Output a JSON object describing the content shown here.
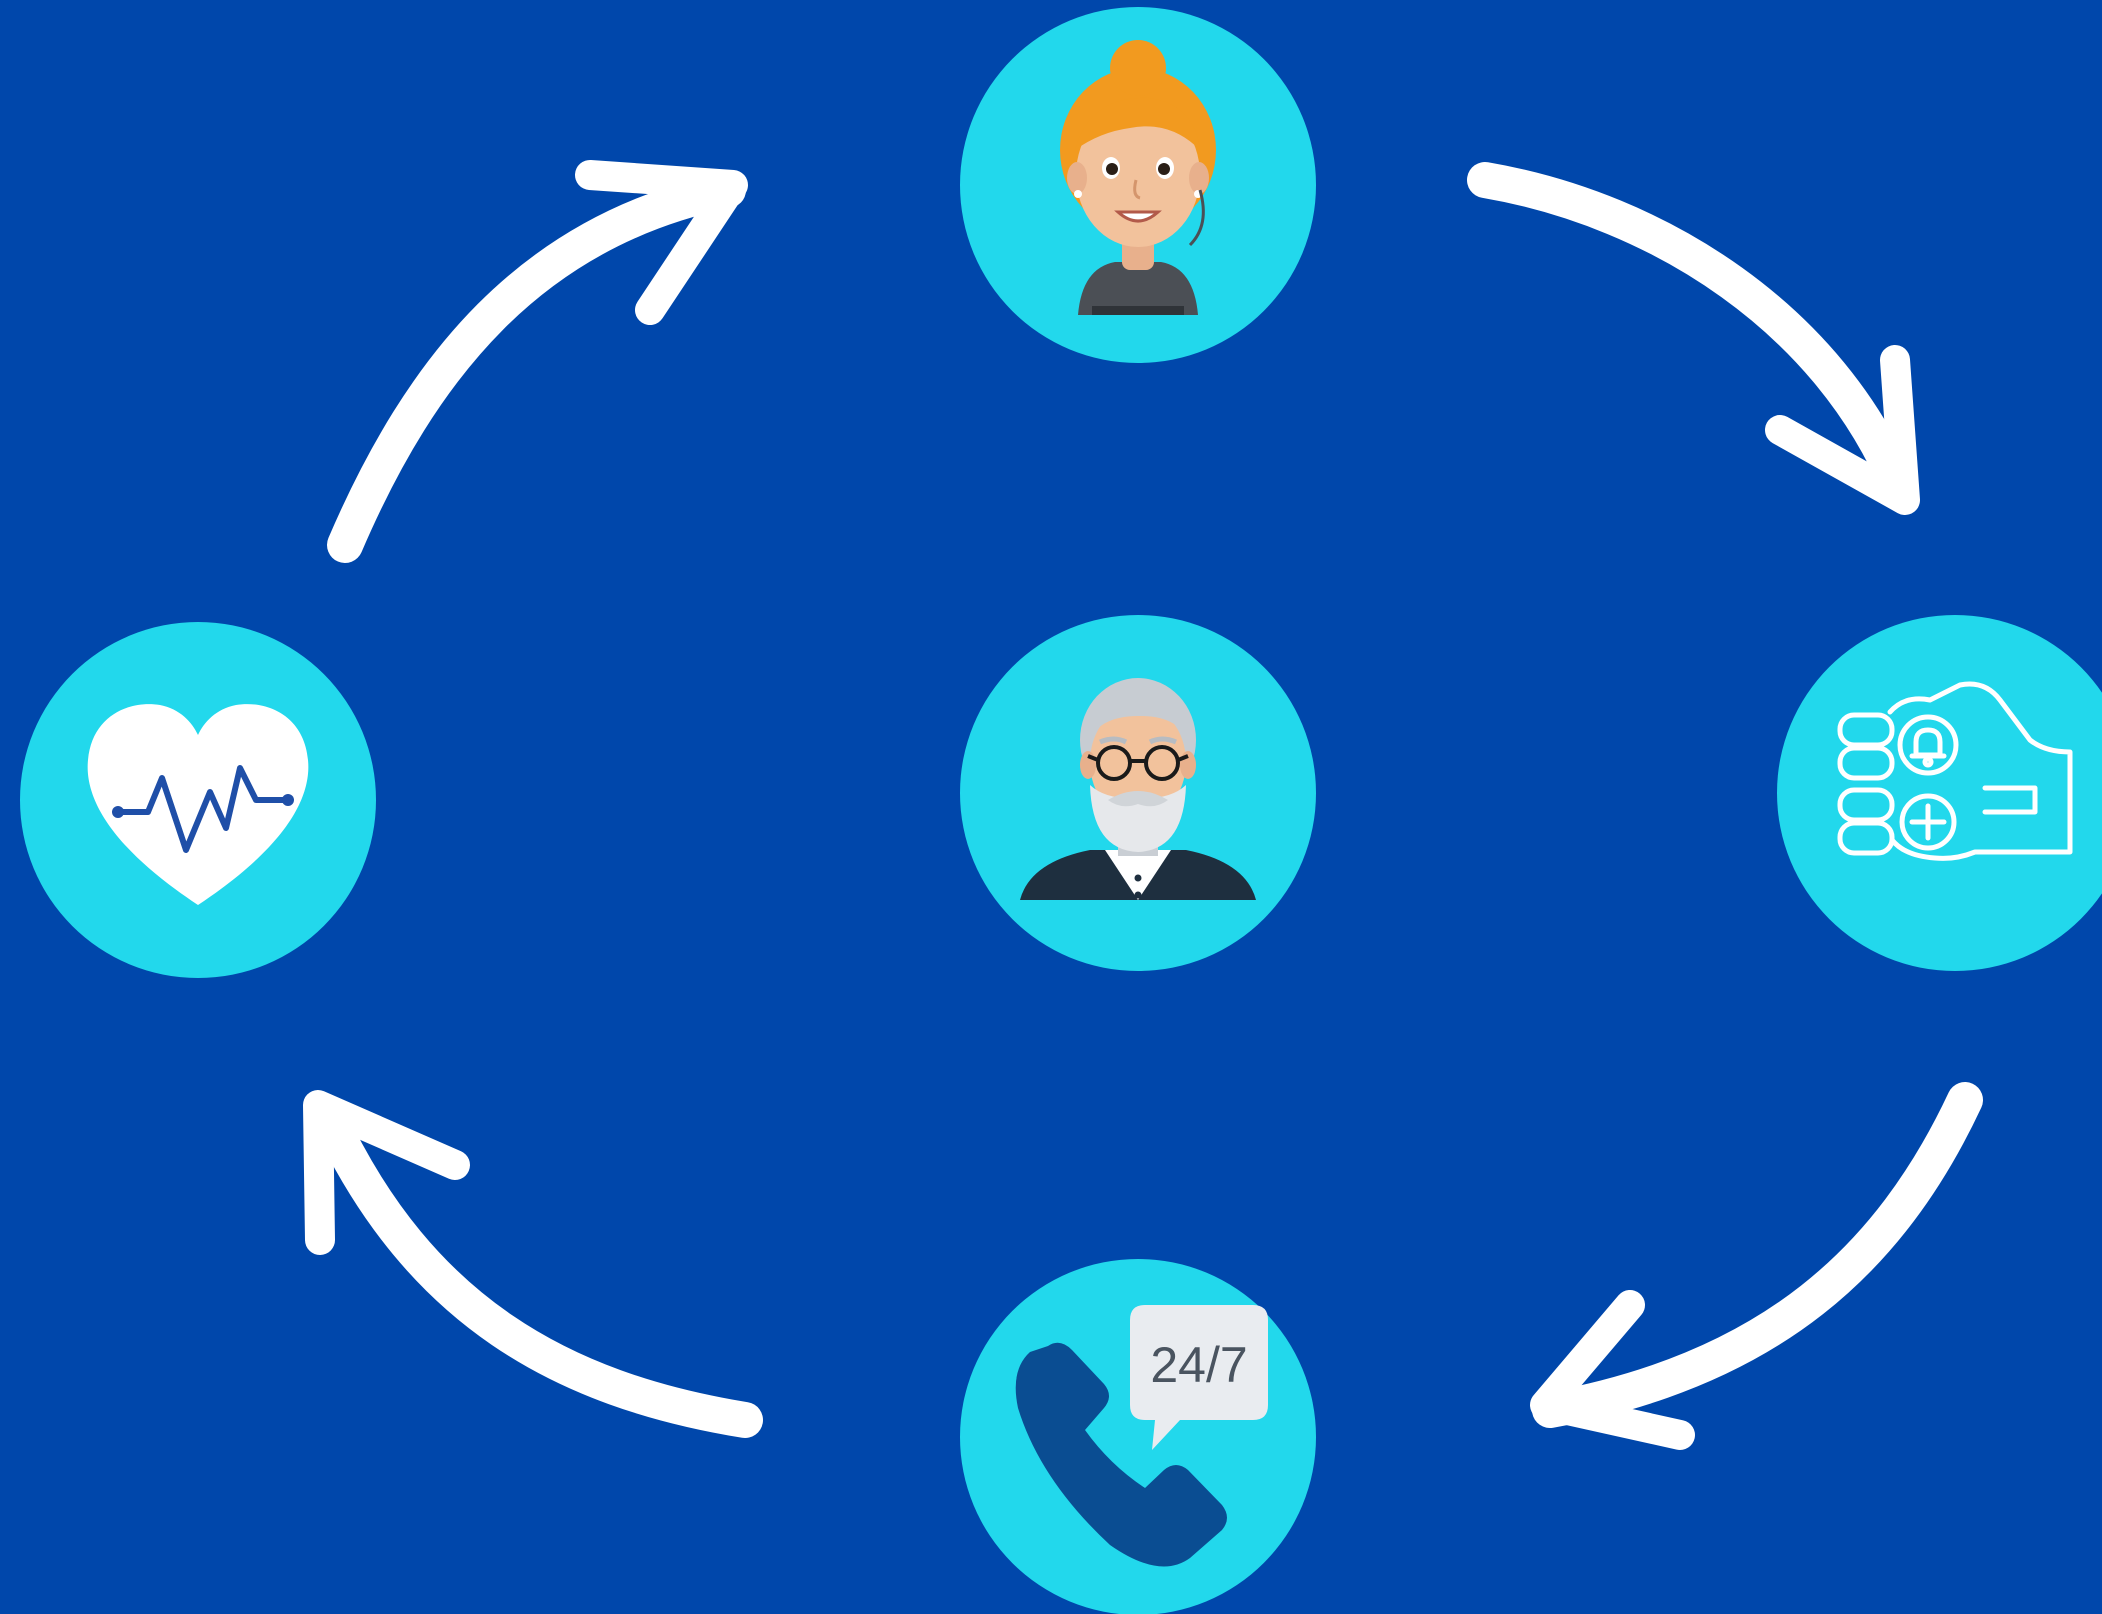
{
  "colors": {
    "background": "#0047AB",
    "node_fill": "#22D8EC",
    "arrow": "#FFFFFF",
    "heart_line": "#1F4FA8",
    "phone": "#0A4D92",
    "bubble": "#E9ECF0",
    "bubble_text": "#4A5460"
  },
  "nodes": [
    {
      "id": "caregiver",
      "icon": "caregiver-avatar-icon"
    },
    {
      "id": "alarm-device",
      "icon": "hand-alarm-device-icon"
    },
    {
      "id": "call-center",
      "icon": "phone-24-7-icon",
      "badge_text": "24/7"
    },
    {
      "id": "health-monitor",
      "icon": "heartbeat-icon"
    },
    {
      "id": "senior",
      "icon": "senior-man-avatar-icon"
    }
  ],
  "arrows": [
    {
      "from": "caregiver",
      "to": "alarm-device"
    },
    {
      "from": "alarm-device",
      "to": "call-center"
    },
    {
      "from": "call-center",
      "to": "health-monitor"
    },
    {
      "from": "health-monitor",
      "to": "caregiver"
    }
  ]
}
